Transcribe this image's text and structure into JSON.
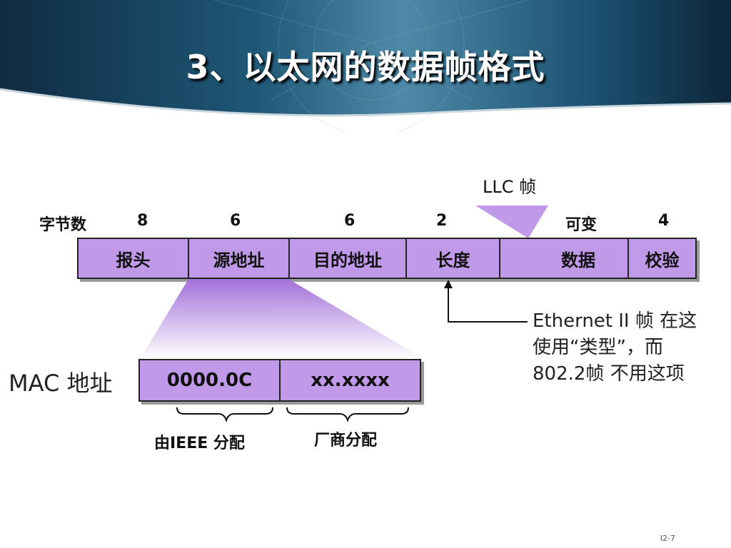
{
  "title": "3、以太网的数据帧格式",
  "diagram": {
    "llc_label": "LLC 帧",
    "byte_count_label": "字节数",
    "byte_counts": [
      "8",
      "6",
      "6",
      "2",
      "可变",
      "4"
    ],
    "fields": [
      "报头",
      "源地址",
      "目的地址",
      "长度",
      "数据",
      "校验"
    ],
    "mac_label": "MAC 地址",
    "mac_fields": [
      "0000.0C",
      "xx.xxxx"
    ],
    "mac_notes": [
      "由IEEE 分配",
      "厂商分配"
    ],
    "ethernet_note": [
      "Ethernet II 帧 在这",
      "使用“类型”，而",
      "802.2帧 不用这项"
    ]
  },
  "page_number": "I2-7",
  "colors": {
    "field_fill": "#c09ae8",
    "banner_dark": "#0e2a40",
    "banner_light": "#4f8aa6"
  }
}
